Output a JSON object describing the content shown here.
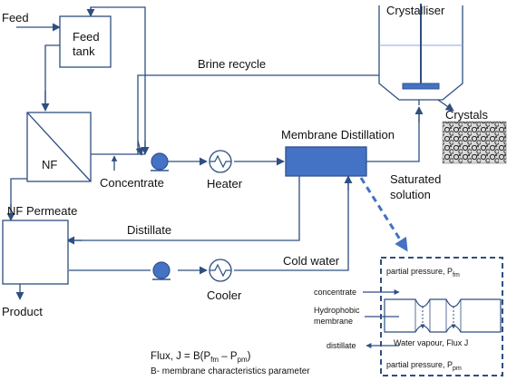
{
  "labels": {
    "feed": "Feed",
    "feed_tank_line1": "Feed",
    "feed_tank_line2": "tank",
    "crystalliser": "Crystalliser",
    "brine_recycle": "Brine recycle",
    "crystals": "Crystals",
    "nf": "NF",
    "membrane_distillation": "Membrane Distillation",
    "concentrate": "Concentrate",
    "heater": "Heater",
    "saturated_line1": "Saturated",
    "saturated_line2": "solution",
    "nf_permeate": "NF Permeate",
    "distillate": "Distillate",
    "cold_water": "Cold water",
    "cooler": "Cooler",
    "product": "Product"
  },
  "inset": {
    "partial_pressure_top": "partial pressure, P",
    "partial_pressure_top_sub": "fm",
    "concentrate": "concentrate",
    "hydrophobic_line1": "Hydrophobic",
    "hydrophobic_line2": "membrane",
    "water_vapour": "Water vapour, Flux J",
    "distillate": "distillate",
    "partial_pressure_bottom": "partial pressure, P",
    "partial_pressure_bottom_sub": "pm"
  },
  "formula": {
    "prefix": "Flux, J = B(P",
    "sub1": "fm",
    "minus": " – P",
    "sub2": "pm",
    "suffix": ")",
    "note": "B- membrane characteristics parameter"
  },
  "colors": {
    "line": "#2e4f80",
    "box_fill": "#4472c4",
    "box_stroke": "#2f528f",
    "dash": "#4472c4",
    "accent": "#2f5597"
  }
}
